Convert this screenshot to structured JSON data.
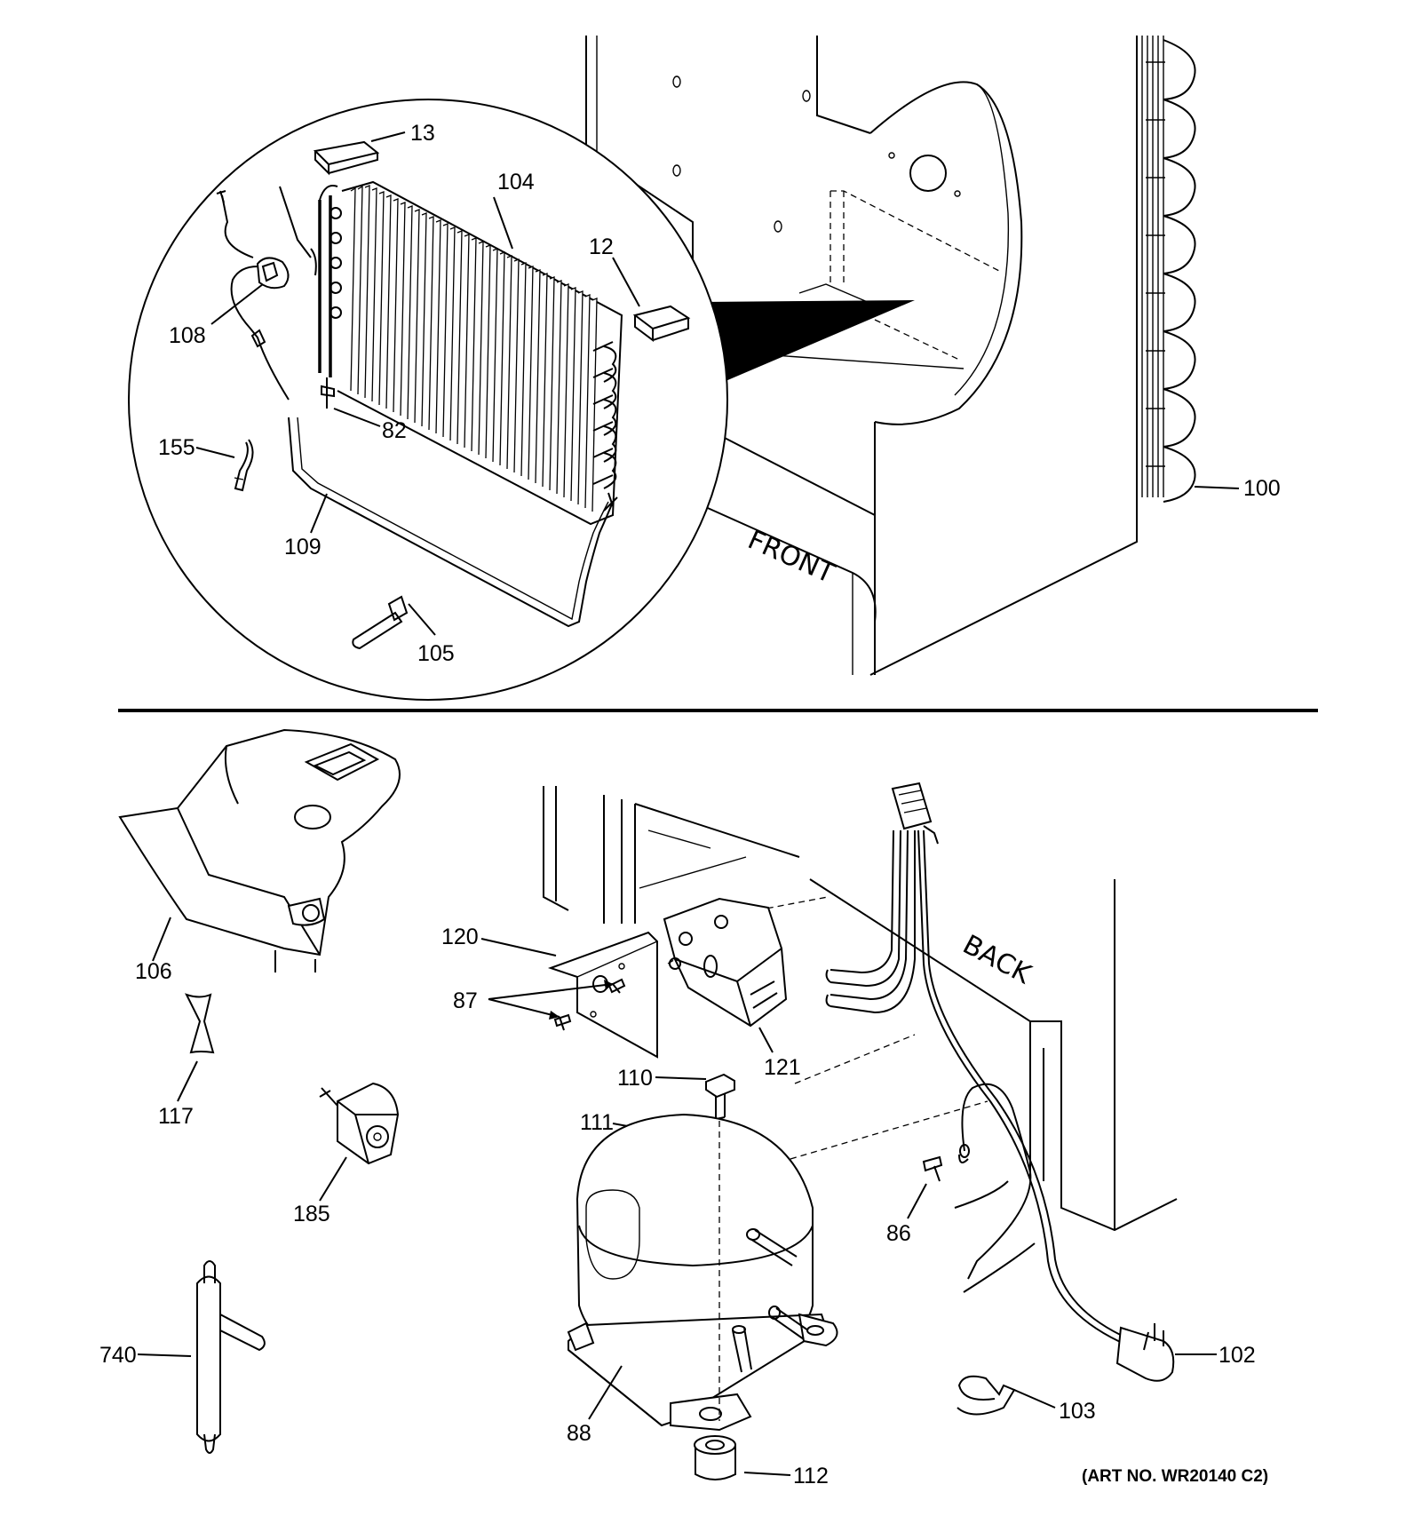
{
  "diagram": {
    "labels": {
      "front": "FRONT",
      "back": "BACK",
      "art_no": "(ART NO. WR20140 C2)"
    },
    "callouts": {
      "p13": "13",
      "p104": "104",
      "p12": "12",
      "p108": "108",
      "p82": "82",
      "p155": "155",
      "p109": "109",
      "p105": "105",
      "p100": "100",
      "p106": "106",
      "p117": "117",
      "p120": "120",
      "p87": "87",
      "p121": "121",
      "p110": "110",
      "p111": "111",
      "p185": "185",
      "p86": "86",
      "p740": "740",
      "p88": "88",
      "p112": "112",
      "p102": "102",
      "p103": "103"
    }
  }
}
